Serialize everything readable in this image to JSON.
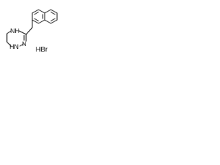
{
  "molecule": {
    "atoms": {
      "nh_upper": "NH",
      "n_right": "N",
      "hn_lower": "HN"
    },
    "salt": "HBr"
  },
  "colors": {
    "background": "#ffffff",
    "bond": "#000000",
    "text": "#000000"
  }
}
